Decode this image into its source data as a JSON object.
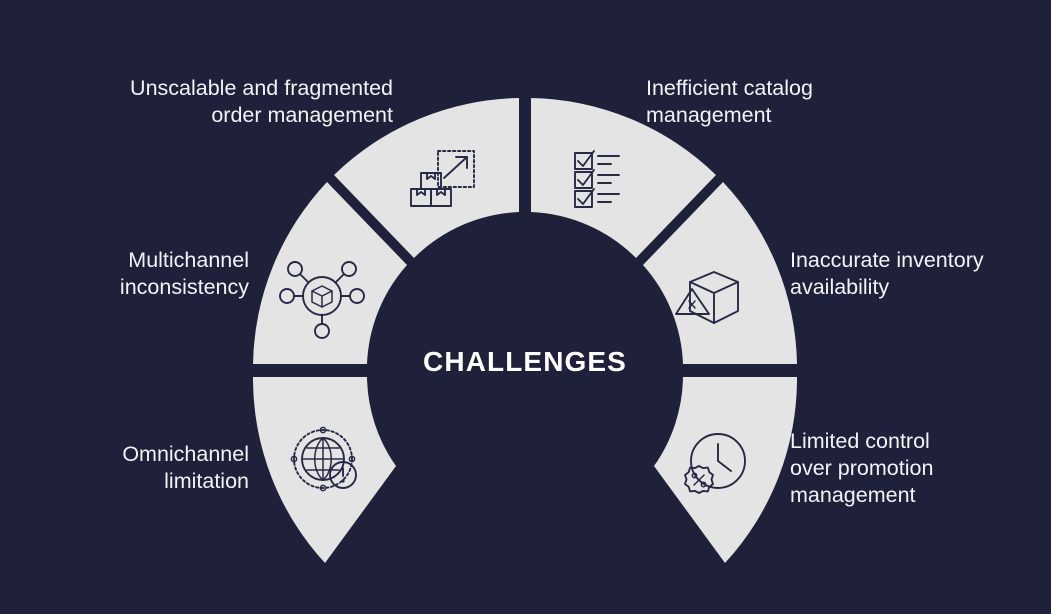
{
  "background_color": "#1e2139",
  "segment_color": "#e4e4e5",
  "icon_color": "#272a45",
  "text_color": "#f2f3f6",
  "center": {
    "title": "CHALLENGES"
  },
  "diagram": {
    "type": "donut-segment-wheel",
    "segment_count": 6,
    "segments": [
      {
        "id": "unscalable-order-management",
        "label": "Unscalable and fragmented\norder management",
        "icon": "boxes-scale-arrow-icon",
        "position": "top-left",
        "label_side": "left"
      },
      {
        "id": "inefficient-catalog-management",
        "label": "Inefficient catalog\nmanagement",
        "icon": "checklist-icon",
        "position": "top-right",
        "label_side": "right"
      },
      {
        "id": "multichannel-inconsistency",
        "label": "Multichannel\ninconsistency",
        "icon": "network-cube-icon",
        "position": "middle-left",
        "label_side": "left"
      },
      {
        "id": "inaccurate-inventory-availability",
        "label": "Inaccurate inventory\navailability",
        "icon": "box-warning-icon",
        "position": "middle-right",
        "label_side": "right"
      },
      {
        "id": "omnichannel-limitation",
        "label": "Omnichannel\nlimitation",
        "icon": "globe-alert-icon",
        "position": "bottom-left",
        "label_side": "left"
      },
      {
        "id": "limited-control-promotion-management",
        "label": "Limited control\nover promotion\nmanagement",
        "icon": "clock-discount-icon",
        "position": "bottom-right",
        "label_side": "right"
      }
    ]
  }
}
